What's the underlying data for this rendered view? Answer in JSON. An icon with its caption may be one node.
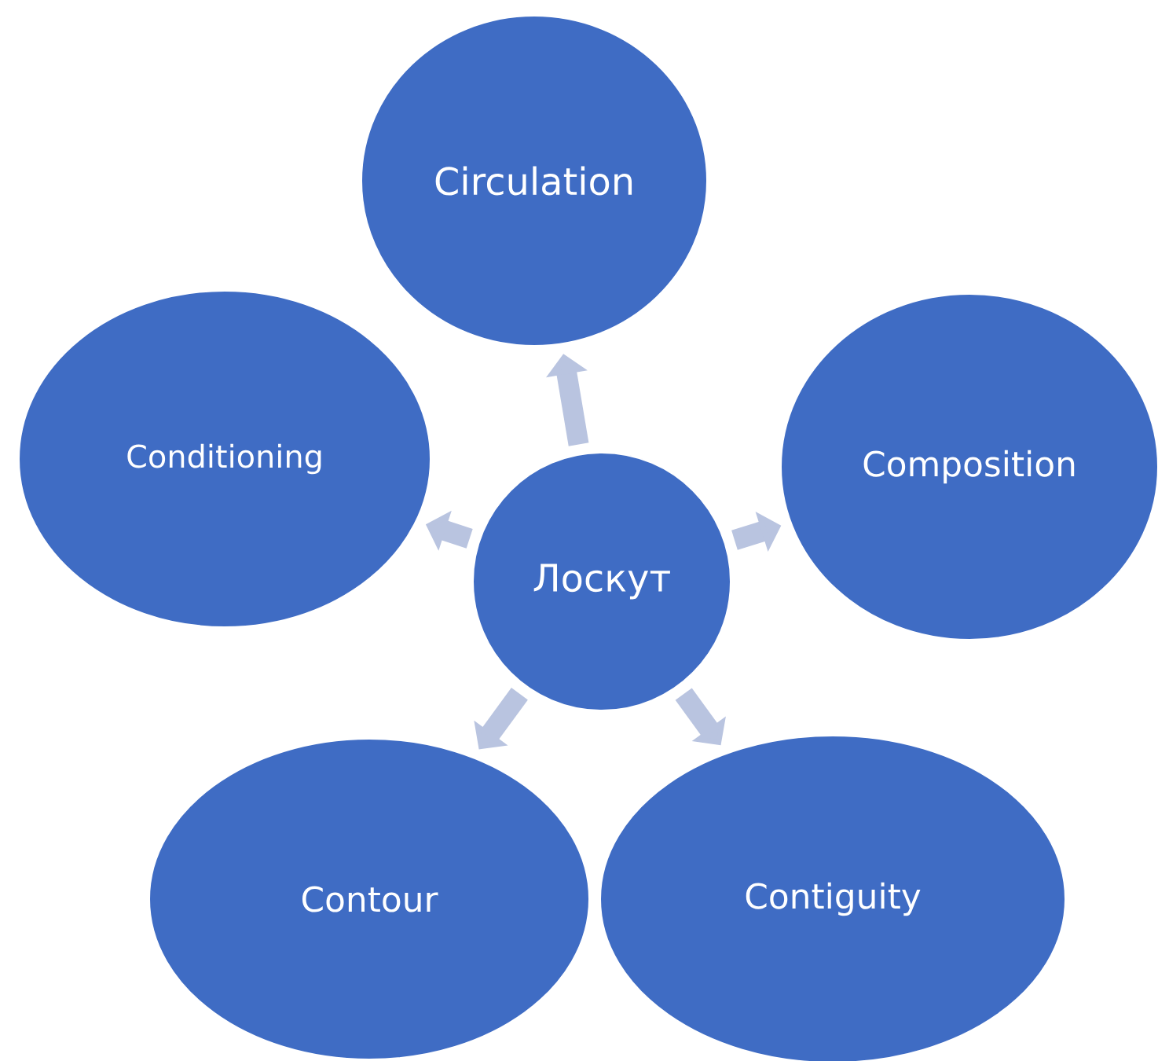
{
  "diagram": {
    "nodes": [
      {
        "text": [
          "Лоскут"
        ]
      },
      {
        "text": [
          "Circulation"
        ]
      },
      {
        "text": [
          "Composition"
        ]
      },
      {
        "text": [
          "Contiguity"
        ]
      },
      {
        "text": [
          "Contour"
        ]
      },
      {
        "text": [
          "Conditioning"
        ]
      }
    ],
    "edges": [
      {
        "from": 0,
        "to": 1,
        "arrow": "to"
      },
      {
        "from": 0,
        "to": 2,
        "arrow": "to"
      },
      {
        "from": 0,
        "to": 3,
        "arrow": "to"
      },
      {
        "from": 0,
        "to": 4,
        "arrow": "to"
      },
      {
        "from": 0,
        "to": 5,
        "arrow": "to"
      }
    ]
  }
}
